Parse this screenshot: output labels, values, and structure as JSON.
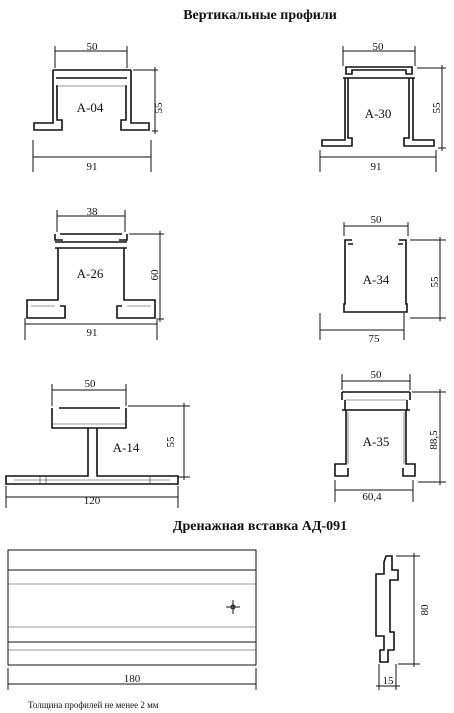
{
  "titles": {
    "vertical": "Вертикальные профили",
    "drain": "Дренажная вставка АД-091"
  },
  "profiles": [
    {
      "label": "А-04",
      "top": "50",
      "side": "55",
      "bottom": "91"
    },
    {
      "label": "А-30",
      "top": "50",
      "side": "55",
      "bottom": "91"
    },
    {
      "label": "А-26",
      "top": "38",
      "side": "60",
      "bottom": "91"
    },
    {
      "label": "А-34",
      "top": "50",
      "side": "55",
      "bottom": "75"
    },
    {
      "label": "А-14",
      "top": "50",
      "side": "55",
      "bottom": "120"
    },
    {
      "label": "А-35",
      "top": "50",
      "side": "88,5",
      "bottom": "60,4"
    }
  ],
  "drain": {
    "length": "180",
    "height": "80",
    "width": "15"
  },
  "note": "Толщина профилей не менее 2 мм"
}
